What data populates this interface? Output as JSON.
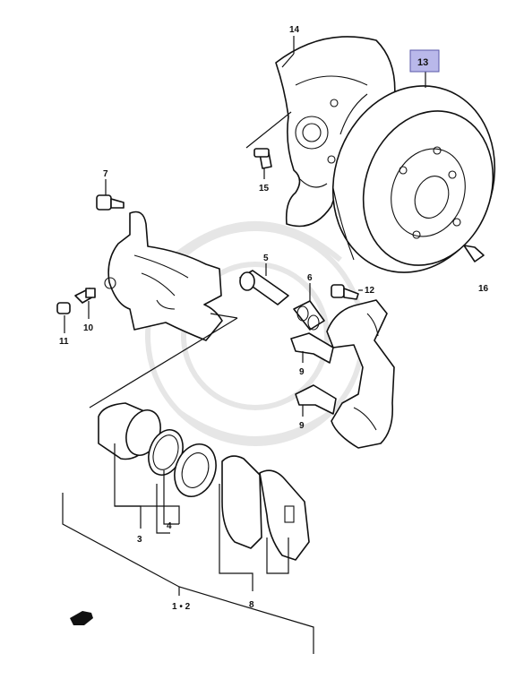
{
  "labels": {
    "p14": "14",
    "p13": "13",
    "p15": "15",
    "p16": "16",
    "p7": "7",
    "p5": "5",
    "p6": "6",
    "p12": "12",
    "p11": "11",
    "p10": "10",
    "p9a": "9",
    "p9b": "9",
    "p4": "4",
    "p3": "3",
    "p8": "8",
    "p12set": "1 • 2"
  },
  "colors": {
    "highlight_fill": "#b9b8ea",
    "highlight_stroke": "#5a59a8",
    "ink": "#111111"
  },
  "icons": {
    "front_arrow": "front-arrow-icon"
  }
}
